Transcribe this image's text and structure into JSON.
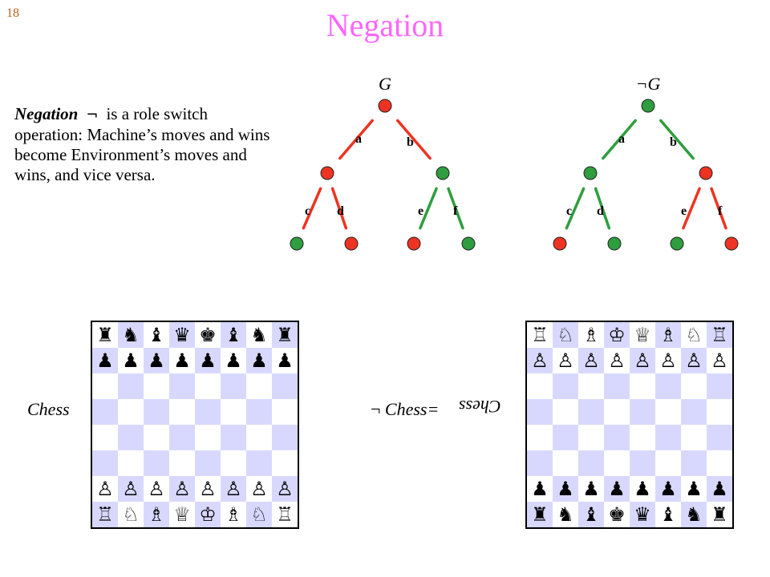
{
  "slide": {
    "number": "18",
    "title": "Negation"
  },
  "description": {
    "term": "Negation",
    "symbol": "¬",
    "text": "is a role switch operation: Machine’s moves and wins become Environment’s moves and wins, and vice versa."
  },
  "colors": {
    "title": "#ff66ff",
    "slide_number": "#b5651d",
    "machine": "#2e9e3e",
    "environment": "#ee3322",
    "board_dark": "#d8d8ff",
    "board_light": "#ffffff"
  },
  "trees": [
    {
      "id": "G",
      "label": "G",
      "left_branch": "a",
      "right_branch": "b",
      "leaf_labels": [
        "c",
        "d",
        "e",
        "f"
      ],
      "root_color": "environment",
      "level1_colors": [
        "environment",
        "machine"
      ],
      "leaf_colors": [
        "machine",
        "environment",
        "environment",
        "machine"
      ]
    },
    {
      "id": "notG",
      "label": "¬G",
      "left_branch": "a",
      "right_branch": "b",
      "leaf_labels": [
        "c",
        "d",
        "e",
        "f"
      ],
      "root_color": "machine",
      "level1_colors": [
        "machine",
        "environment"
      ],
      "leaf_colors": [
        "environment",
        "machine",
        "machine",
        "environment"
      ]
    }
  ],
  "boards": {
    "left_label": "Chess",
    "right_label_symbol": "¬",
    "right_label_text": "Chess=",
    "right_flipped_text": "Chess",
    "left_rows": [
      "♜♞♝♛♚♝♞♜",
      "♟♟♟♟♟♟♟♟",
      "",
      "",
      "",
      "",
      "♙♙♙♙♙♙♙♙",
      "♖♘♗♕♔♗♘♖"
    ],
    "right_rows": [
      "♖♘♗♔♕♗♘♖",
      "♙♙♙♙♙♙♙♙",
      "",
      "",
      "",
      "",
      "♟♟♟♟♟♟♟♟",
      "♜♞♝♚♛♝♞♜"
    ]
  }
}
